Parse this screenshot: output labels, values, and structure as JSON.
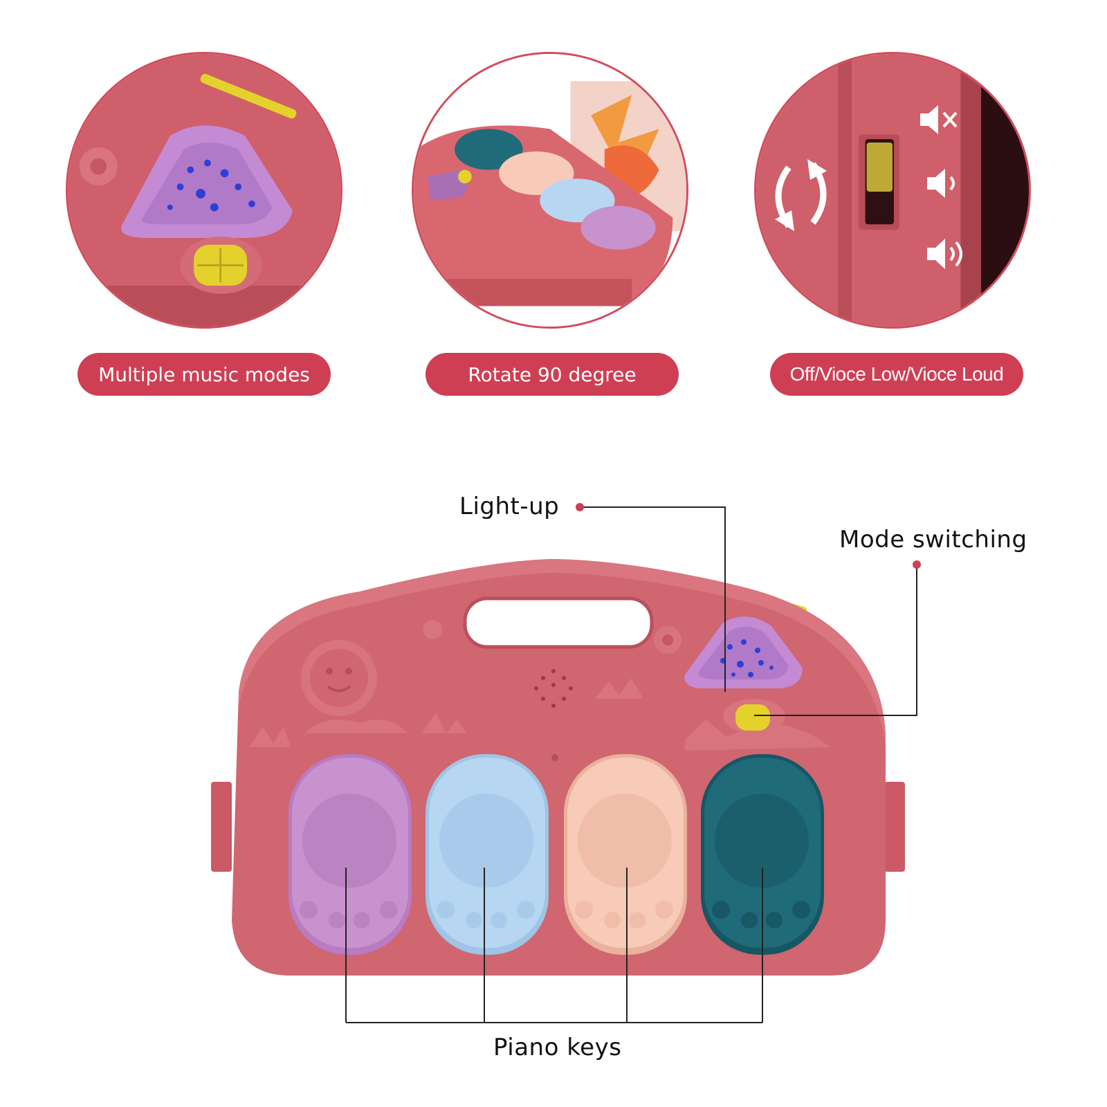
{
  "features": [
    {
      "label": "Multiple music modes"
    },
    {
      "label": "Rotate 90 degree"
    },
    {
      "label": "Off/Vioce Low/Vioce Loud"
    }
  ],
  "callouts": {
    "light_up": "Light-up",
    "mode_switching": "Mode switching",
    "piano_keys": "Piano keys"
  },
  "colors": {
    "accent": "#cf3f54",
    "body": "#cf6670",
    "key_purple": "#c792cd",
    "key_blue": "#b7d6f2",
    "key_peach": "#f7cbb8",
    "key_teal": "#1f6b7a",
    "button_yellow": "#e4d52a"
  }
}
